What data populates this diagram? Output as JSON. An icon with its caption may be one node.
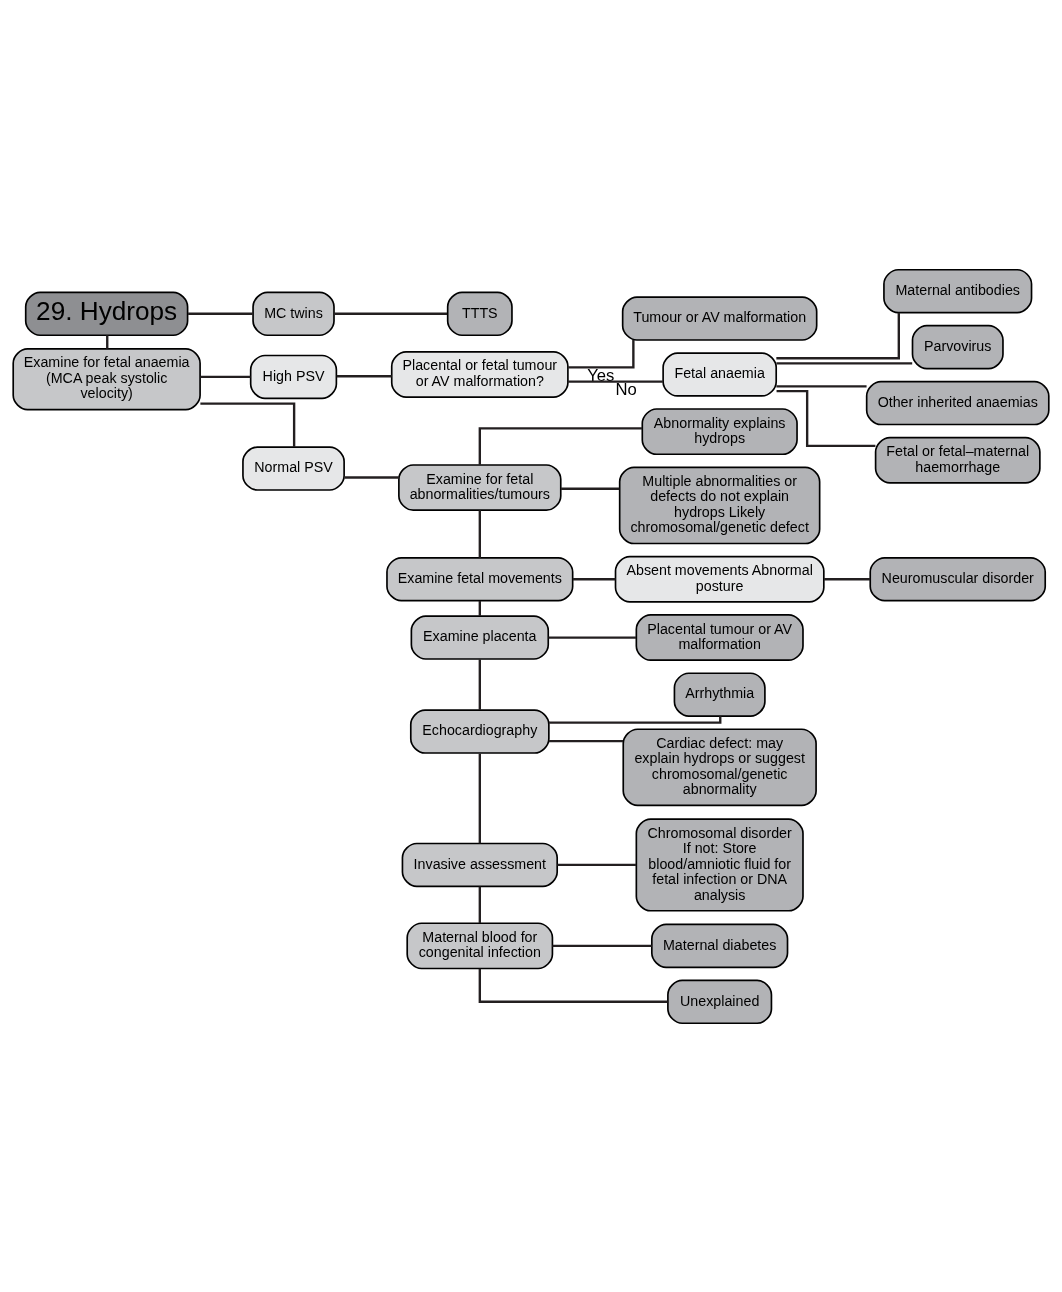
{
  "diagram": {
    "nodes": [
      {
        "text": [
          "29. Hydrops"
        ]
      },
      {
        "text": [
          "Examine for fetal anaemia (MCA peak systolic velocity)"
        ]
      },
      {
        "text": [
          "MC twins"
        ]
      },
      {
        "text": [
          "TTTS"
        ]
      },
      {
        "text": [
          "High PSV"
        ]
      },
      {
        "text": [
          "Placental or fetal tumour or AV malformation?"
        ]
      },
      {
        "text": [
          "Tumour or AV malformation"
        ]
      },
      {
        "text": [
          "Fetal anaemia"
        ]
      },
      {
        "text": [
          "Maternal antibodies"
        ]
      },
      {
        "text": [
          "Parvovirus"
        ]
      },
      {
        "text": [
          "Other inherited anaemias"
        ]
      },
      {
        "text": [
          "Fetal or fetal–maternal haemorrhage"
        ]
      },
      {
        "text": [
          "Normal PSV"
        ]
      },
      {
        "text": [
          "Examine for fetal abnormalities/tumours"
        ]
      },
      {
        "text": [
          "Abnormality explains hydrops"
        ]
      },
      {
        "text": [
          "Multiple abnormalities or defects do not explain hydrops Likely chromosomal/genetic defect"
        ]
      },
      {
        "text": [
          "Examine fetal movements"
        ]
      },
      {
        "text": [
          "Absent movements Abnormal posture"
        ]
      },
      {
        "text": [
          "Neuromuscular disorder"
        ]
      },
      {
        "text": [
          "Examine placenta"
        ]
      },
      {
        "text": [
          "Placental tumour or AV malformation"
        ]
      },
      {
        "text": [
          "Echocardiography"
        ]
      },
      {
        "text": [
          "Arrhythmia"
        ]
      },
      {
        "text": [
          "Cardiac defect: may explain hydrops or suggest chromosomal/genetic abnormality"
        ]
      },
      {
        "text": [
          "Invasive assessment"
        ]
      },
      {
        "text": [
          "Chromosomal disorder",
          "If not: Store blood/amniotic fluid for fetal infection or DNA analysis"
        ]
      },
      {
        "text": [
          "Maternal blood for congenital infection"
        ]
      },
      {
        "text": [
          "Maternal diabetes"
        ]
      },
      {
        "text": [
          "Unexplained"
        ]
      }
    ],
    "edges": [
      {
        "from": 0,
        "to": 2,
        "arrow": "none"
      },
      {
        "from": 0,
        "to": 1,
        "arrow": "none"
      },
      {
        "from": 2,
        "to": 3,
        "arrow": "none"
      },
      {
        "from": 1,
        "to": 4,
        "arrow": "none"
      },
      {
        "from": 4,
        "to": 5,
        "arrow": "none"
      },
      {
        "from": 5,
        "to": 6,
        "arrow": "none",
        "label": "Yes"
      },
      {
        "from": 5,
        "to": 7,
        "arrow": "none",
        "label": "No"
      },
      {
        "from": 7,
        "to": 8,
        "arrow": "none"
      },
      {
        "from": 7,
        "to": 9,
        "arrow": "none"
      },
      {
        "from": 7,
        "to": 10,
        "arrow": "none"
      },
      {
        "from": 7,
        "to": 11,
        "arrow": "none"
      },
      {
        "from": 1,
        "to": 12,
        "arrow": "none"
      },
      {
        "from": 12,
        "to": 13,
        "arrow": "none"
      },
      {
        "from": 13,
        "to": 14,
        "arrow": "none"
      },
      {
        "from": 13,
        "to": 15,
        "arrow": "none"
      },
      {
        "from": 13,
        "to": 16,
        "arrow": "none"
      },
      {
        "from": 16,
        "to": 17,
        "arrow": "none"
      },
      {
        "from": 17,
        "to": 18,
        "arrow": "none"
      },
      {
        "from": 16,
        "to": 19,
        "arrow": "none"
      },
      {
        "from": 19,
        "to": 20,
        "arrow": "none"
      },
      {
        "from": 19,
        "to": 21,
        "arrow": "none"
      },
      {
        "from": 21,
        "to": 22,
        "arrow": "none"
      },
      {
        "from": 21,
        "to": 23,
        "arrow": "none"
      },
      {
        "from": 21,
        "to": 24,
        "arrow": "none"
      },
      {
        "from": 24,
        "to": 25,
        "arrow": "none"
      },
      {
        "from": 24,
        "to": 26,
        "arrow": "none"
      },
      {
        "from": 26,
        "to": 27,
        "arrow": "none"
      },
      {
        "from": 26,
        "to": 28,
        "arrow": "none"
      }
    ]
  }
}
